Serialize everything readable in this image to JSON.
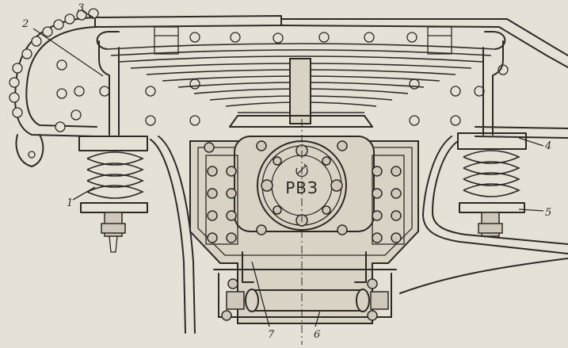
{
  "emblem": {
    "text": "РВЗ",
    "icon": "hammer-sickle"
  },
  "callouts": [
    "1",
    "2",
    "3",
    "4",
    "5",
    "6",
    "7"
  ]
}
